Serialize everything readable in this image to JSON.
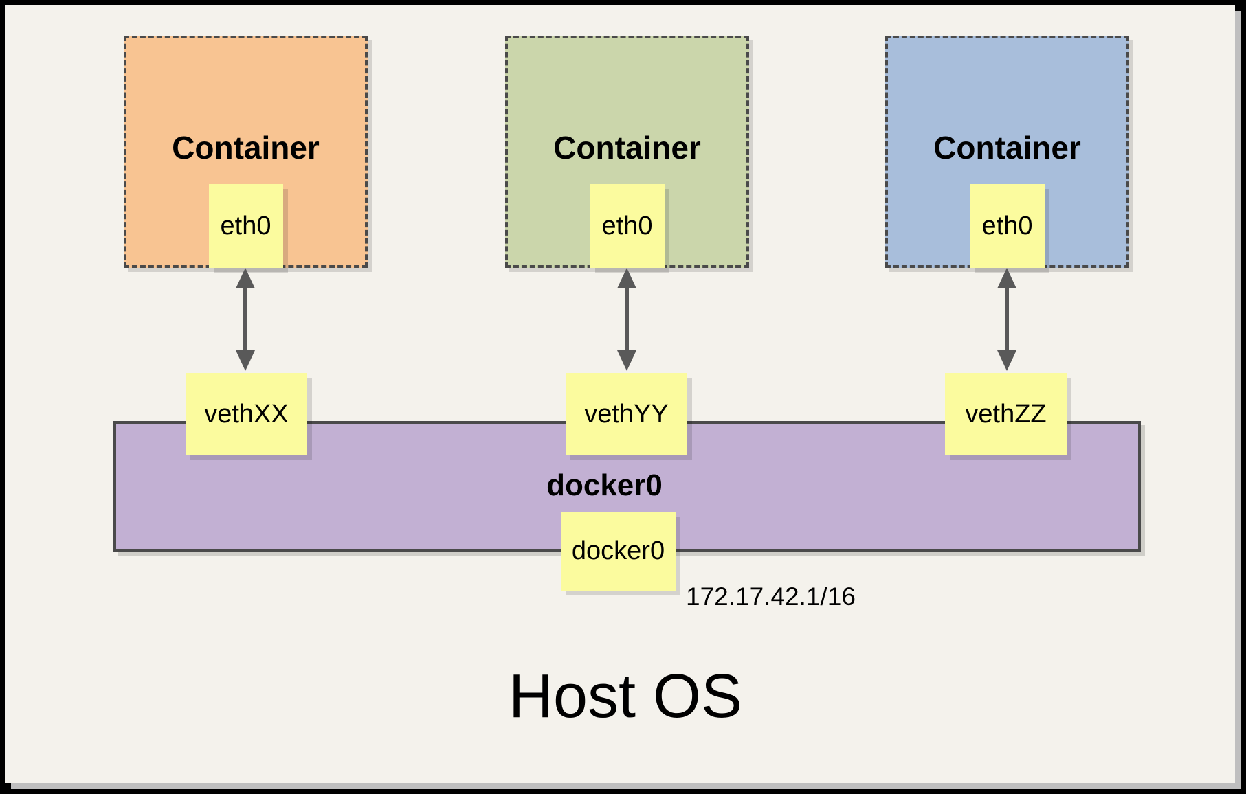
{
  "diagram": {
    "containers": [
      {
        "label": "Container",
        "interface_label": "eth0",
        "veth_label": "vethXX",
        "fill": "#F8C492"
      },
      {
        "label": "Container",
        "interface_label": "eth0",
        "veth_label": "vethYY",
        "fill": "#CBD6AB"
      },
      {
        "label": "Container",
        "interface_label": "eth0",
        "veth_label": "vethZZ",
        "fill": "#A8BEDB"
      }
    ],
    "bridge": {
      "label": "docker0",
      "interface_label": "docker0",
      "ip_address": "172.17.42.1/16",
      "fill": "#C2B0D3"
    },
    "host": {
      "label": "Host OS"
    },
    "palette": {
      "page_background": "#F4F2EC",
      "note_fill": "#FBFB9E",
      "stroke": "#4A4A4A",
      "arrow": "#595959",
      "outer_frame": "#000000",
      "panel_shadow": "#BFBFBF"
    }
  }
}
